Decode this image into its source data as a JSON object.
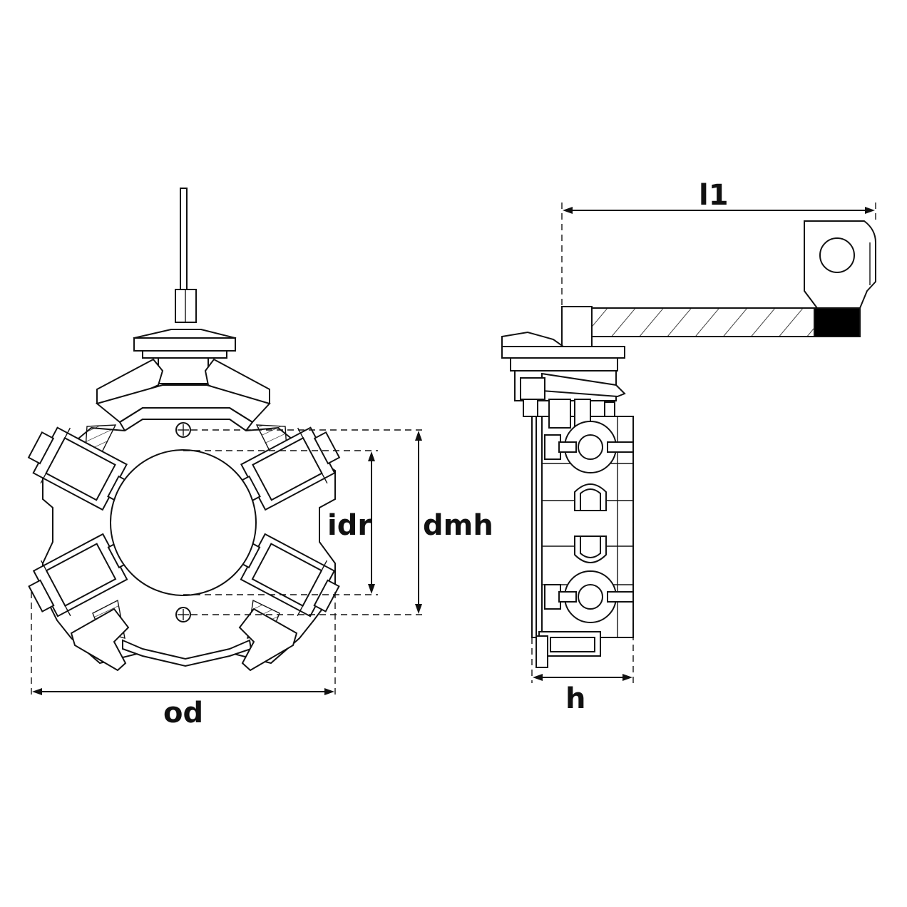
{
  "labels": {
    "od": "od",
    "idr": "idr",
    "dmh": "dmh",
    "h": "h",
    "l1": "l1"
  },
  "colors": {
    "line": "#111111",
    "background": "#ffffff",
    "fill_dark": "#000000"
  }
}
